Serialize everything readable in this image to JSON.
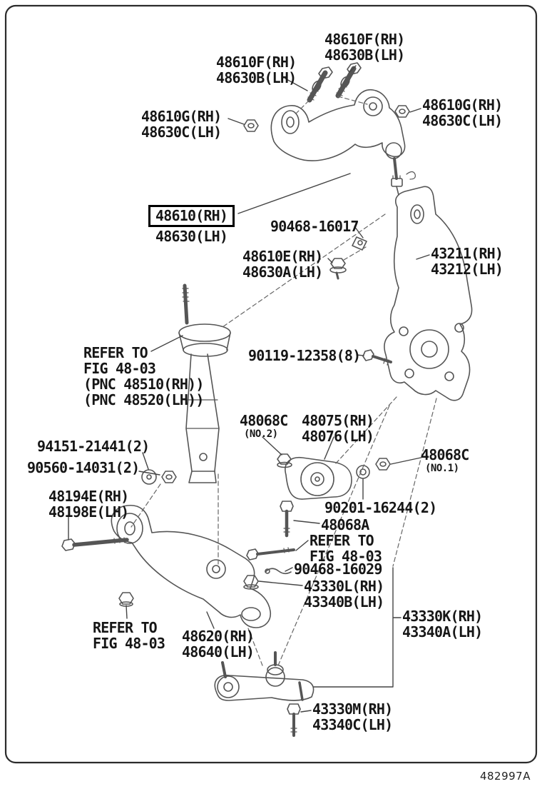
{
  "figure_code": "482997A",
  "colors": {
    "art_line": "#555555",
    "leader_line": "#444444",
    "text": "#161616",
    "highlight_box": "#000000"
  },
  "labels": [
    {
      "lines": [
        "48610F(RH)",
        "48630B(LH)"
      ]
    },
    {
      "lines": [
        "48610F(RH)",
        "48630B(LH)"
      ]
    },
    {
      "lines": [
        "48610G(RH)",
        "48630C(LH)"
      ]
    },
    {
      "lines": [
        "48610G(RH)",
        "48630C(LH)"
      ]
    },
    {
      "lines": [
        "48610(RH)",
        "48630(LH)"
      ],
      "highlighted": true
    },
    {
      "lines": [
        "90468-16017"
      ]
    },
    {
      "lines": [
        "48610E(RH)",
        "48630A(LH)"
      ]
    },
    {
      "lines": [
        "43211(RH)",
        "43212(LH)"
      ]
    },
    {
      "lines": [
        "REFER TO",
        "FIG 48-03",
        "(PNC 48510(RH))",
        "(PNC 48520(LH))"
      ]
    },
    {
      "lines": [
        "90119-12358(8)"
      ]
    },
    {
      "lines": [
        "48068C",
        "(NO.2)"
      ]
    },
    {
      "lines": [
        "48075(RH)",
        "48076(LH)"
      ]
    },
    {
      "lines": [
        "94151-21441(2)"
      ]
    },
    {
      "lines": [
        "90560-14031(2)"
      ]
    },
    {
      "lines": [
        "48068C",
        "(NO.1)"
      ]
    },
    {
      "lines": [
        "48194E(RH)",
        "48198E(LH)"
      ]
    },
    {
      "lines": [
        "90201-16244(2)"
      ]
    },
    {
      "lines": [
        "48068A"
      ]
    },
    {
      "lines": [
        "REFER TO",
        "FIG 48-03"
      ]
    },
    {
      "lines": [
        "90468-16029"
      ]
    },
    {
      "lines": [
        "43330L(RH)",
        "43340B(LH)"
      ]
    },
    {
      "lines": [
        "43330K(RH)",
        "43340A(LH)"
      ]
    },
    {
      "lines": [
        "REFER TO",
        "FIG 48-03"
      ]
    },
    {
      "lines": [
        "48620(RH)",
        "48640(LH)"
      ]
    },
    {
      "lines": [
        "43330M(RH)",
        "43340C(LH)"
      ]
    }
  ]
}
